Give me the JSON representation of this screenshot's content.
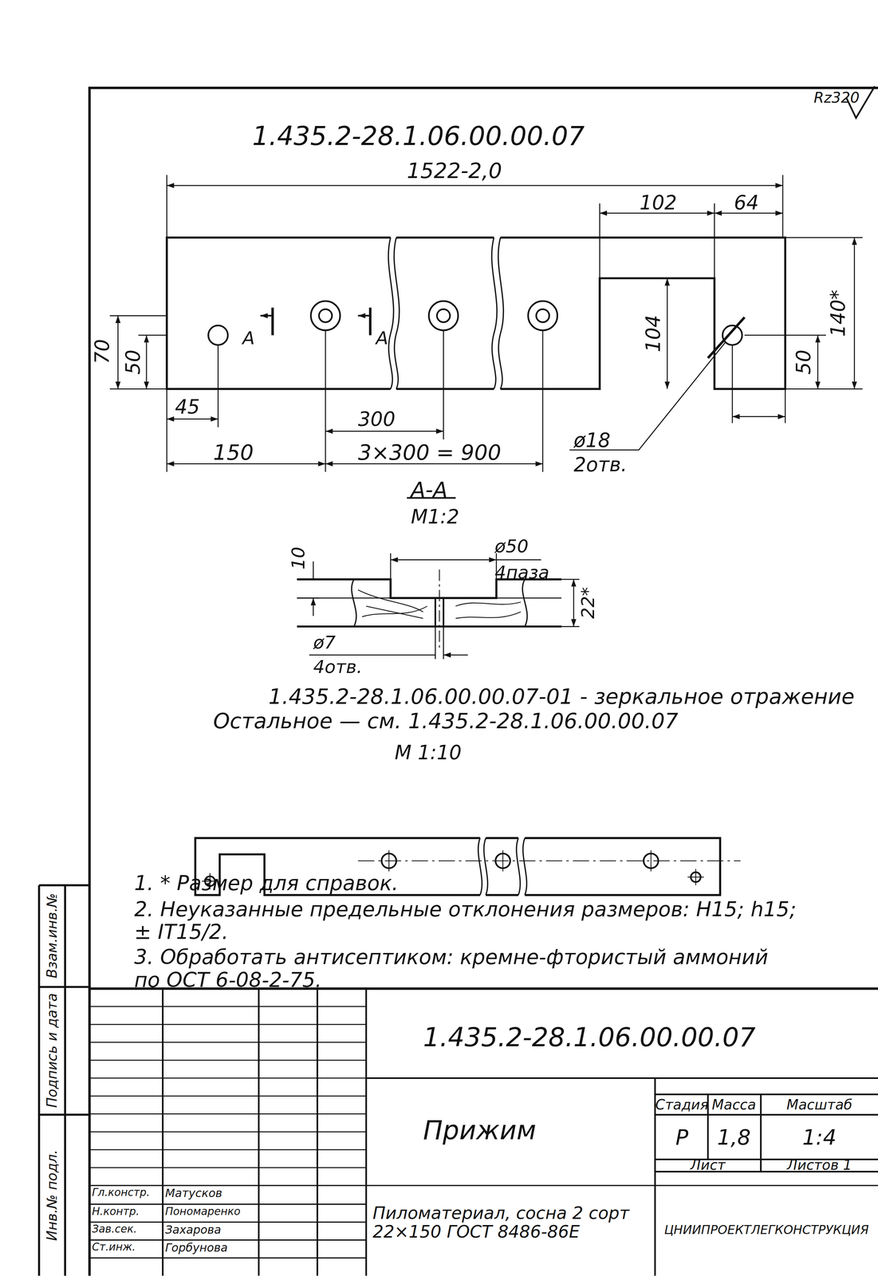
{
  "diagram": {
    "title": "1.435.2-28.1.06.00.00.07",
    "labels": [
      "Rz320",
      "1522-2,0",
      "102",
      "64",
      "140*",
      "70",
      "50",
      "104",
      "50",
      "45",
      "300",
      "150",
      "3×300 = 900",
      "А",
      "А",
      "ø18",
      "2отв.",
      "А-А",
      "М1:2",
      "10",
      "ø50",
      "4паза",
      "22*",
      "ø7",
      "4отв.",
      "1.435.2-28.1.06.00.00.07-01 - зеркальное отражение",
      "Остальное — см. 1.435.2-28.1.06.00.00.07",
      "М 1:10",
      "1. * Размер для справок.",
      "2. Неуказанные предельные отклонения размеров: H15; h15; ± IT15/2.",
      "3. Обработать антисептиком: кремне-фтористый аммоний по ОСТ 6-08-2-75.",
      "1.435.2-28.1.06.00.00.07",
      "Прижим",
      "Стадия",
      "Масса",
      "Масштаб",
      "Р",
      "1,8",
      "1:4",
      "Лист",
      "Листов 1",
      "Пиломатериал, сосна 2 сорт 22×150 ГОСТ 8486-86Е",
      "ЦНИИПРОЕКТЛЕГКОНСТРУКЦИЯ",
      "Гл.констр.",
      "Матусков",
      "Н.контр.",
      "Пономаренко",
      "Зав.сек.",
      "Захарова",
      "Ст.инж.",
      "Горбунова",
      "Инв.№ подл.",
      "Подпись и дата",
      "Взам.инв.№"
    ]
  }
}
